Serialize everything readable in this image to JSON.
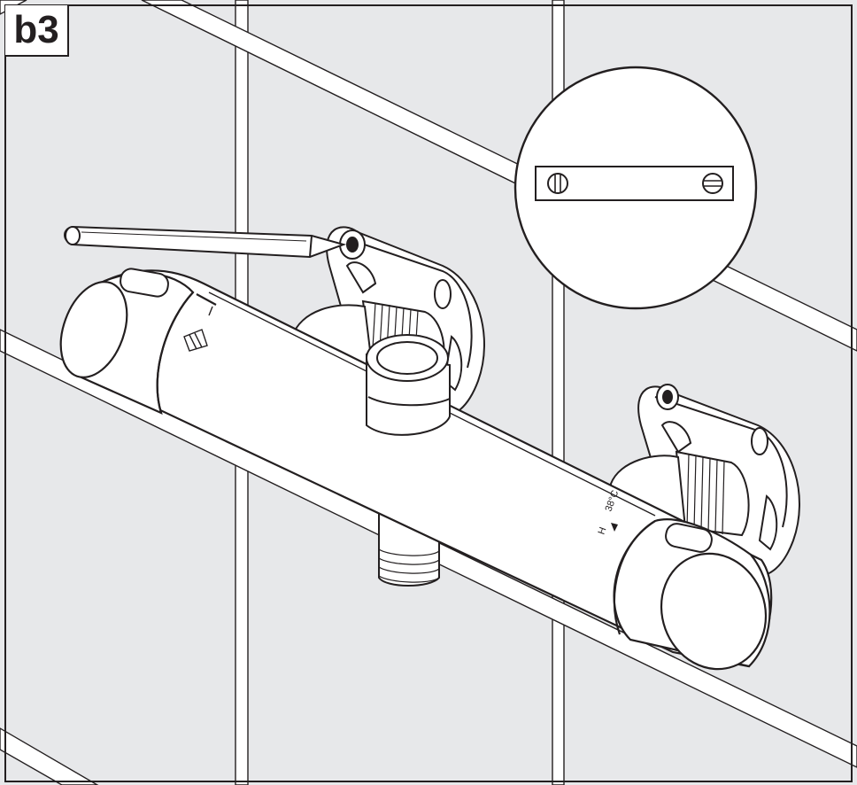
{
  "step_label": "b3",
  "temperature_marking": "38°C",
  "hot_marking": "H",
  "colors": {
    "wall": "#e7e8ea",
    "grout": "#ffffff",
    "line": "#231f20",
    "fitting": "#ffffff"
  },
  "icons": [
    "pencil-icon",
    "spirit-level-icon",
    "shower-icon"
  ]
}
